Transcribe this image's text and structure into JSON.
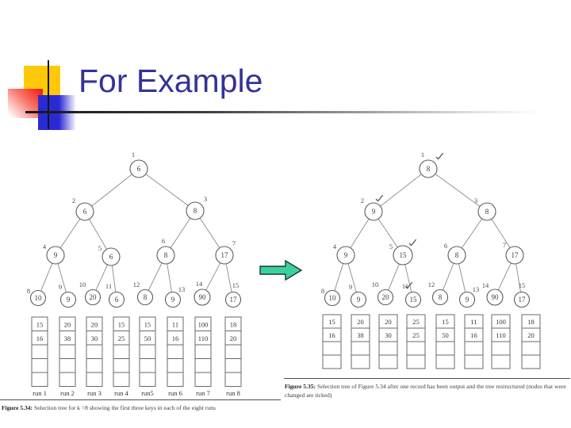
{
  "slide": {
    "title": "For Example",
    "title_color": "#333399",
    "accent_colors": {
      "yellow": "#ffc90a",
      "red": "#f22210",
      "blue": "#2a2ad4"
    }
  },
  "arrow": {
    "fill": "#3ecf9c",
    "stroke": "#143c2b"
  },
  "figures": [
    {
      "caption_title": "Figure 5.34:",
      "caption_text": " Selection tree for k =8 showing the first three keys in each of the eight runs",
      "nodes": [
        {
          "id": 1,
          "value": "6"
        },
        {
          "id": 2,
          "value": "6"
        },
        {
          "id": 3,
          "value": "8"
        },
        {
          "id": 4,
          "value": "9"
        },
        {
          "id": 5,
          "value": "6"
        },
        {
          "id": 6,
          "value": "8"
        },
        {
          "id": 7,
          "value": "17"
        },
        {
          "id": 8,
          "value": "10"
        },
        {
          "id": 9,
          "value": "9"
        },
        {
          "id": 10,
          "value": "20"
        },
        {
          "id": 11,
          "value": "6"
        },
        {
          "id": 12,
          "value": "8"
        },
        {
          "id": 13,
          "value": "9"
        },
        {
          "id": 14,
          "value": "90"
        },
        {
          "id": 15,
          "value": "17"
        }
      ],
      "runs": [
        {
          "label": "run 1",
          "values": [
            "15",
            "16"
          ]
        },
        {
          "label": "run 2",
          "values": [
            "20",
            "38"
          ]
        },
        {
          "label": "run 3",
          "values": [
            "20",
            "30"
          ]
        },
        {
          "label": "run 4",
          "values": [
            "15",
            "25"
          ]
        },
        {
          "label": "run5",
          "values": [
            "15",
            "50"
          ]
        },
        {
          "label": "run 6",
          "values": [
            "11",
            "16"
          ]
        },
        {
          "label": "run 7",
          "values": [
            "100",
            "110"
          ]
        },
        {
          "label": "run 8",
          "values": [
            "18",
            "20"
          ]
        }
      ]
    },
    {
      "caption_title": "Figure 5.35:",
      "caption_text": " Selection tree of Figure 5.34 after one record has been output and the tree restructured (nodes that were changed are ticked)",
      "nodes": [
        {
          "id": 1,
          "value": "8",
          "ticked": true
        },
        {
          "id": 2,
          "value": "9",
          "ticked": true
        },
        {
          "id": 3,
          "value": "8"
        },
        {
          "id": 4,
          "value": "9"
        },
        {
          "id": 5,
          "value": "15",
          "ticked": true
        },
        {
          "id": 6,
          "value": "8"
        },
        {
          "id": 7,
          "value": "17"
        },
        {
          "id": 8,
          "value": "10"
        },
        {
          "id": 9,
          "value": "9"
        },
        {
          "id": 10,
          "value": "20"
        },
        {
          "id": 11,
          "value": "15",
          "ticked": true
        },
        {
          "id": 12,
          "value": "8"
        },
        {
          "id": 13,
          "value": "9"
        },
        {
          "id": 14,
          "value": "90"
        },
        {
          "id": 15,
          "value": "17"
        }
      ],
      "runs": [
        {
          "label": "",
          "values": [
            "15",
            "16"
          ]
        },
        {
          "label": "",
          "values": [
            "20",
            "38"
          ]
        },
        {
          "label": "",
          "values": [
            "20",
            "30"
          ]
        },
        {
          "label": "",
          "values": [
            "25",
            "25"
          ]
        },
        {
          "label": "",
          "values": [
            "15",
            "50"
          ]
        },
        {
          "label": "",
          "values": [
            "11",
            "16"
          ]
        },
        {
          "label": "",
          "values": [
            "100",
            "110"
          ]
        },
        {
          "label": "",
          "values": [
            "18",
            "20"
          ]
        }
      ]
    }
  ]
}
